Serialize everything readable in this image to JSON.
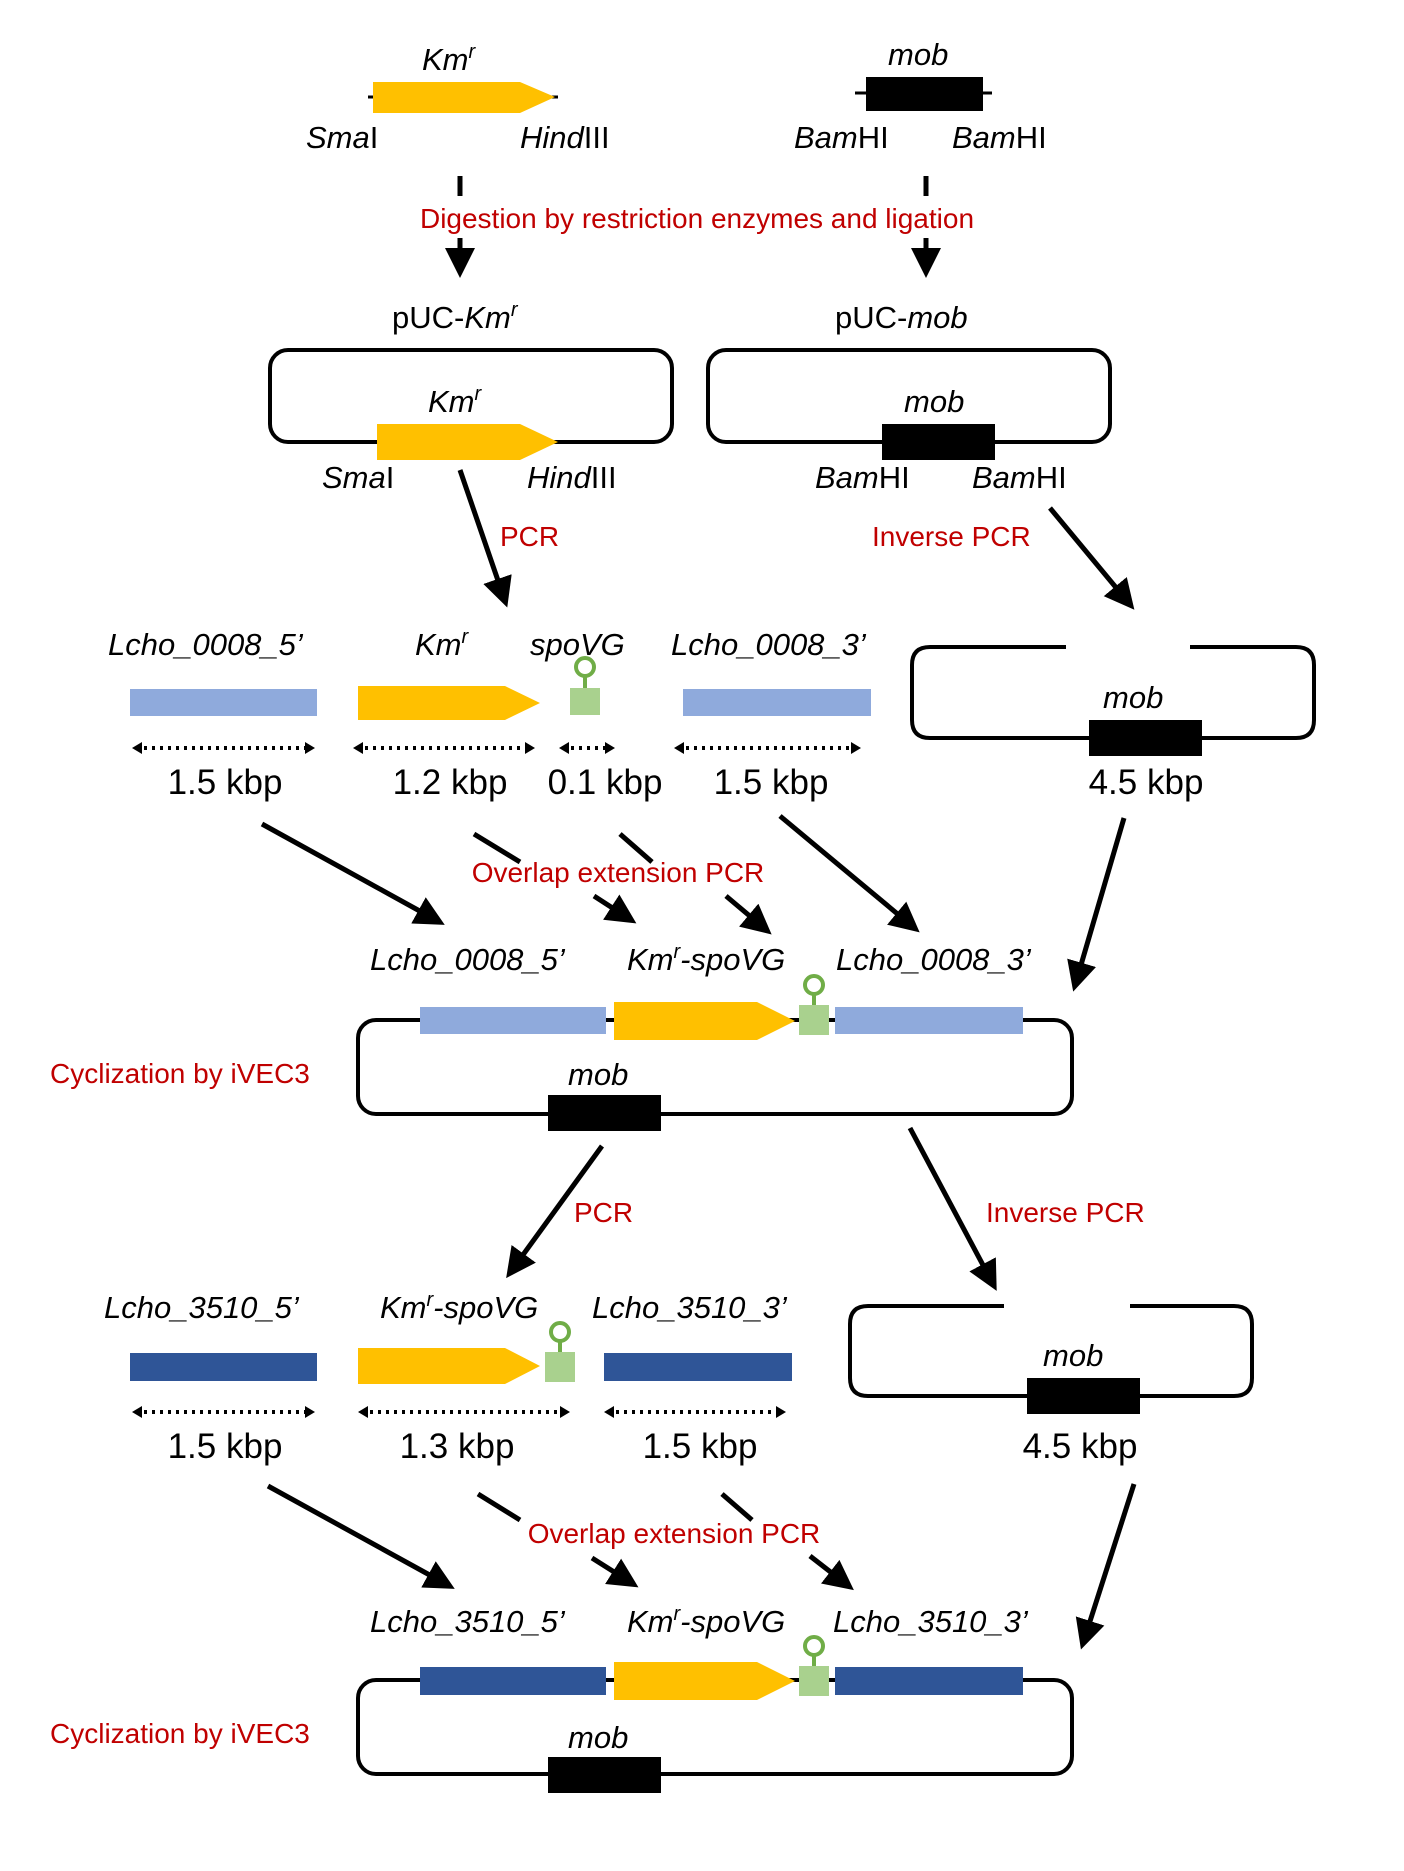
{
  "colors": {
    "kmr": "#ffc000",
    "lcho0008": "#8faadc",
    "lcho3510": "#2f5597",
    "mob": "#000000",
    "spovg": "#a9d18e",
    "terminator": "#70ad47",
    "step_text": "#c00000"
  },
  "top": {
    "kmr_gene": {
      "name": "Km",
      "sup": "r"
    },
    "kmr_sites": {
      "left_i": "Sma",
      "left_r": "I",
      "right_i": "Hind",
      "right_r": "III"
    },
    "mob_gene": "mob",
    "mob_sites": {
      "left_i": "Bam",
      "left_r": "HI",
      "right_i": "Bam",
      "right_r": "HI"
    },
    "step1": "Digestion by restriction enzymes and ligation"
  },
  "plasmids": {
    "puc_kmr_title": {
      "prefix": "pUC-",
      "name": "Km",
      "sup": "r"
    },
    "puc_mob_title": {
      "prefix": "pUC-",
      "name": "mob"
    },
    "kmr_gene": {
      "name": "Km",
      "sup": "r"
    },
    "kmr_sites": {
      "left_i": "Sma",
      "left_r": "I",
      "right_i": "Hind",
      "right_r": "III"
    },
    "mob_gene": "mob",
    "mob_sites": {
      "left_i": "Bam",
      "left_r": "HI",
      "right_i": "Bam",
      "right_r": "HI"
    },
    "pcr": "PCR",
    "inverse_pcr": "Inverse PCR"
  },
  "fragments1": {
    "labels": [
      "Lcho_0008_5’",
      "Km",
      "spoVG",
      "Lcho_0008_3’"
    ],
    "kmr_sup": "r",
    "sizes": [
      "1.5 kbp",
      "1.2 kbp",
      "0.1 kbp",
      "1.5 kbp"
    ],
    "vector_gene": "mob",
    "vector_size": "4.5  kbp",
    "overlap": "Overlap extension PCR"
  },
  "construct1": {
    "labels": {
      "left": "Lcho_0008_5’",
      "mid_name": "Km",
      "mid_sup": "r",
      "mid_rest": "-spoVG",
      "right": "Lcho_0008_3’"
    },
    "gene": "mob",
    "cyclization": "Cyclization by iVEC3",
    "pcr": "PCR",
    "inverse_pcr": "Inverse PCR"
  },
  "fragments2": {
    "labels": {
      "left": "Lcho_3510_5’",
      "mid_name": "Km",
      "mid_sup": "r",
      "mid_rest": "-spoVG",
      "right": "Lcho_3510_3’"
    },
    "sizes": [
      "1.5 kbp",
      "1.3 kbp",
      "1.5 kbp"
    ],
    "vector_gene": "mob",
    "vector_size": "4.5  kbp",
    "overlap": "Overlap extension PCR"
  },
  "construct2": {
    "labels": {
      "left": "Lcho_3510_5’",
      "mid_name": "Km",
      "mid_sup": "r",
      "mid_rest": "-spoVG",
      "right": "Lcho_3510_3’"
    },
    "gene": "mob",
    "cyclization": "Cyclization by iVEC3"
  }
}
